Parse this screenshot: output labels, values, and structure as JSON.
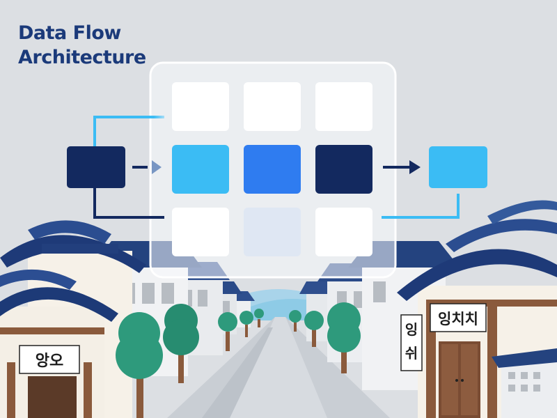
{
  "title": {
    "line1": "Data Flow",
    "line2": "Architecture"
  },
  "signs": {
    "left_shop": "앙오",
    "right_vertical_1": "잉",
    "right_vertical_2": "쉬",
    "right_horizontal": "잉치치"
  },
  "colors": {
    "navy": "#13295f",
    "mid_blue": "#2f7cf0",
    "light_blue": "#3bbcf4",
    "white_card": "#ffffff",
    "pale_card": "#dfe7f3",
    "roof": "#2f4f8e",
    "tree": "#2e9a7c",
    "sky": "#dcdfe3"
  }
}
